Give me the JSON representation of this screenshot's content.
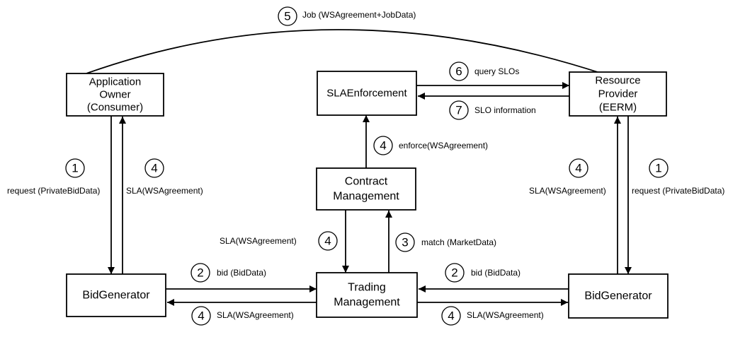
{
  "nodes": {
    "app_owner": [
      "Application",
      "Owner",
      "(Consumer)"
    ],
    "sla_enforcement": [
      "SLAEnforcement"
    ],
    "resource_provider": [
      "Resource",
      "Provider",
      "(EERM)"
    ],
    "contract_mgmt": [
      "Contract",
      "Management"
    ],
    "bidgen_left": [
      "BidGenerator"
    ],
    "trading_mgmt": [
      "Trading",
      "Management"
    ],
    "bidgen_right": [
      "BidGenerator"
    ]
  },
  "steps": {
    "job": {
      "num": "5",
      "label": "Job (WSAgreement+JobData)"
    },
    "query_slos": {
      "num": "6",
      "label": "query SLOs"
    },
    "slo_info": {
      "num": "7",
      "label": "SLO information"
    },
    "enforce": {
      "num": "4",
      "label": "enforce(WSAgreement)"
    },
    "req_left": {
      "num": "1",
      "label": "request (PrivateBidData)"
    },
    "sla_left_up": {
      "num": "4",
      "label": "SLA(WSAgreement)"
    },
    "sla_right_up": {
      "num": "4",
      "label": "SLA(WSAgreement)"
    },
    "req_right": {
      "num": "1",
      "label": "request (PrivateBidData)"
    },
    "sla_contract": {
      "num": "4",
      "label": "SLA(WSAgreement)"
    },
    "match": {
      "num": "3",
      "label": "match (MarketData)"
    },
    "bid_left": {
      "num": "2",
      "label": "bid (BidData)"
    },
    "bid_right": {
      "num": "2",
      "label": "bid (BidData)"
    },
    "sla_bottom_left": {
      "num": "4",
      "label": "SLA(WSAgreement)"
    },
    "sla_bottom_right": {
      "num": "4",
      "label": "SLA(WSAgreement)"
    }
  }
}
